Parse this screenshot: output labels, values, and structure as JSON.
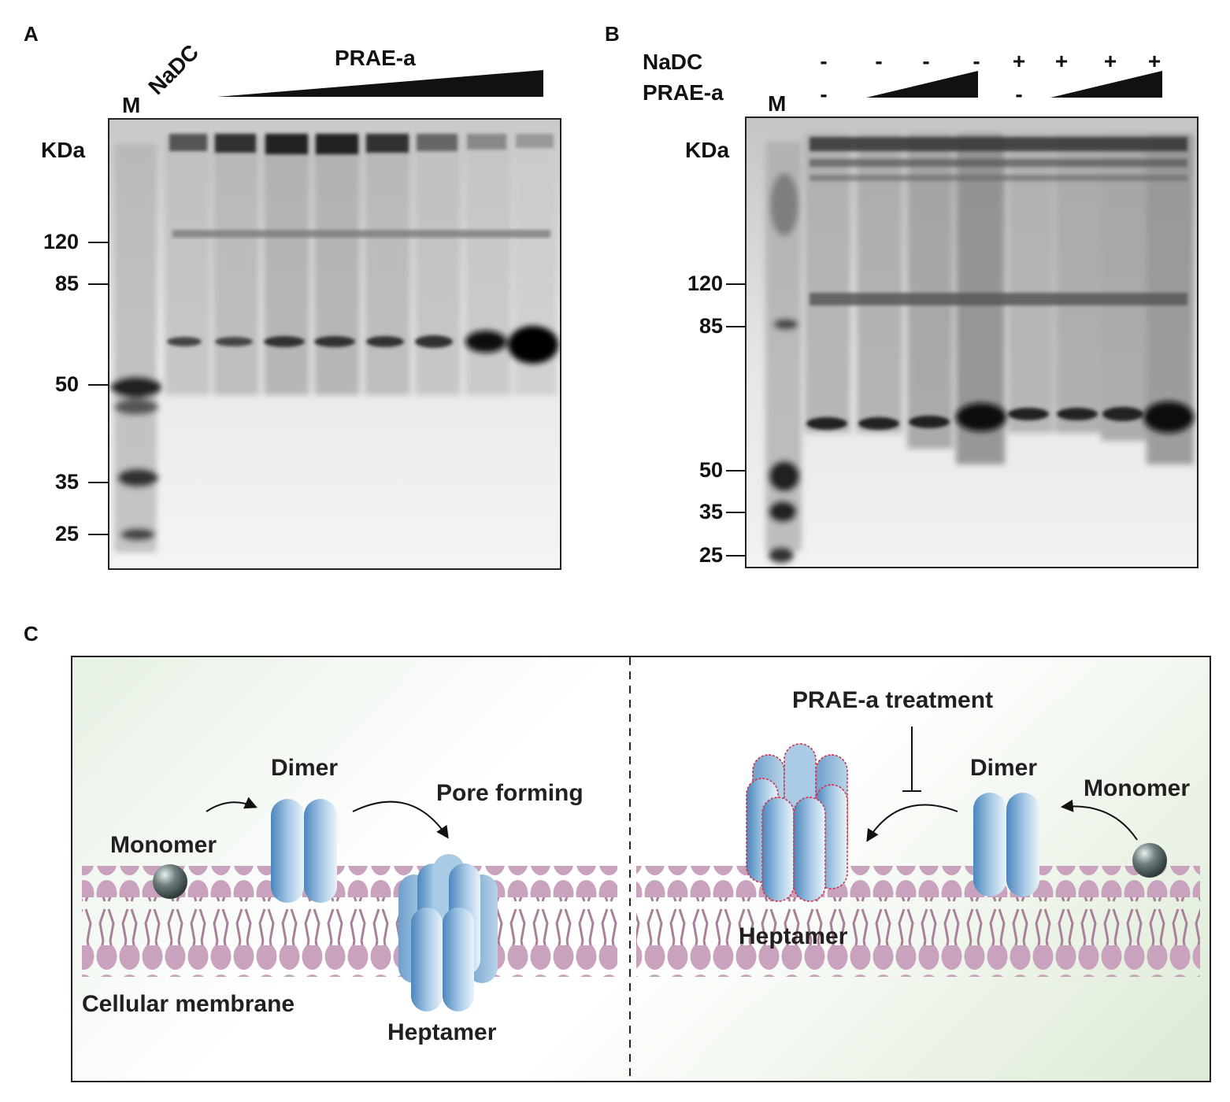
{
  "panel_a": {
    "letter": "A",
    "marker_label": "M",
    "nadc_label": "NaDC",
    "gradient_label": "PRAE-a",
    "unit_label": "KDa",
    "mw_ticks": [
      "120",
      "85",
      "50",
      "35",
      "25"
    ]
  },
  "panel_b": {
    "letter": "B",
    "row1_label": "NaDC",
    "row2_label": "PRAE-a",
    "marker_label": "M",
    "unit_label": "KDa",
    "nadc_signs": [
      "-",
      "-",
      "-",
      "-",
      "+",
      "+",
      "+",
      "+"
    ],
    "prae_signs": [
      "-",
      "-"
    ],
    "mw_ticks": [
      "120",
      "85",
      "50",
      "35",
      "25"
    ]
  },
  "panel_c": {
    "letter": "C",
    "left": {
      "dimer": "Dimer",
      "monomer": "Monomer",
      "pore_forming": "Pore forming",
      "heptamer": "Heptamer",
      "membrane": "Cellular membrane"
    },
    "right": {
      "treatment": "PRAE-a treatment",
      "dimer": "Dimer",
      "monomer": "Monomer",
      "heptamer": "Heptamer"
    },
    "colors": {
      "membrane_head": "#c9a3bd",
      "membrane_tail": "#a9809a",
      "protein_blue": "#5f98c8",
      "inhibited_outline": "#d0344a"
    }
  }
}
